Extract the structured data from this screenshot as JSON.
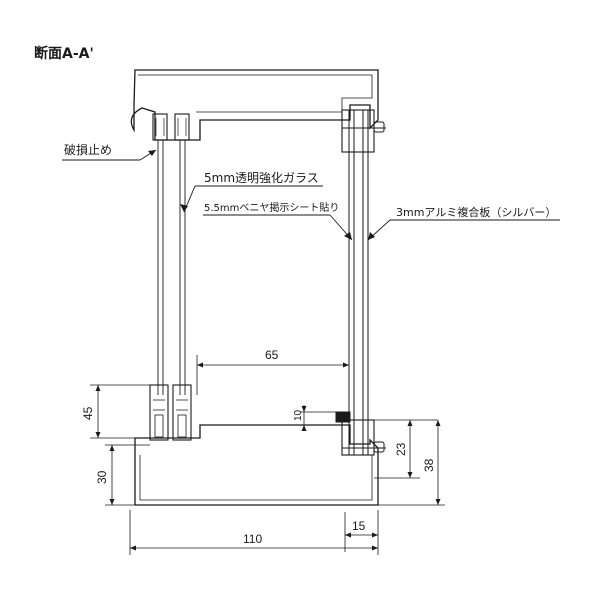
{
  "title": "断面A-A'",
  "labels": {
    "glass": "5mm透明強化ガラス",
    "veneer": "5.5mmベニヤ掲示シート貼り",
    "aluminum": "3mmアルミ複合板（シルバー）",
    "stopper": "破損止め"
  },
  "dimensions": {
    "inner_width": "65",
    "gap": "10",
    "left_upper": "45",
    "left_lower": "30",
    "right_inner": "23",
    "right_outer": "38",
    "bottom_small": "15",
    "bottom_total": "110"
  }
}
